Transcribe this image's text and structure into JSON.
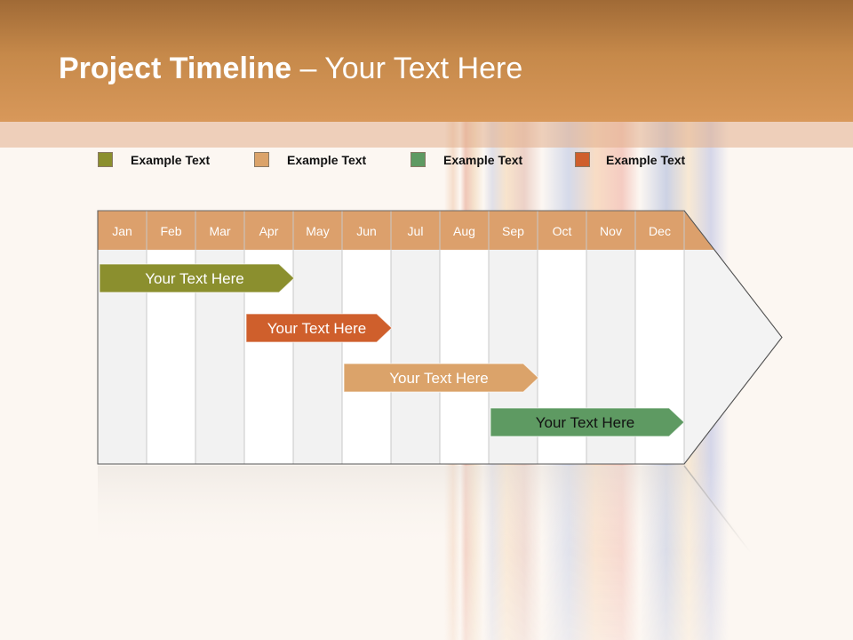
{
  "header": {
    "title_bold": "Project Timeline",
    "title_rest": " – Your Text Here"
  },
  "legend": [
    {
      "label": "Example Text",
      "color": "#8b8f2e"
    },
    {
      "label": "Example Text",
      "color": "#dba36a"
    },
    {
      "label": "Example Text",
      "color": "#5e9a62"
    },
    {
      "label": "Example Text",
      "color": "#cf5f2c"
    }
  ],
  "timeline": {
    "months": [
      "Jan",
      "Feb",
      "Mar",
      "Apr",
      "May",
      "Jun",
      "Jul",
      "Aug",
      "Sep",
      "Oct",
      "Nov",
      "Dec"
    ],
    "header_color": "#dca06c",
    "tasks": [
      {
        "label": "Your  Text Here",
        "start": 1,
        "end": 4,
        "color": "#8b8f2e",
        "text_color": "#ffffff"
      },
      {
        "label": "Your  Text Here",
        "start": 4,
        "end": 6,
        "color": "#cf5f2c",
        "text_color": "#ffffff"
      },
      {
        "label": "Your  Text Here",
        "start": 6,
        "end": 9,
        "color": "#dba36a",
        "text_color": "#ffffff"
      },
      {
        "label": "Your  Text Here",
        "start": 9,
        "end": 12,
        "color": "#5e9a62",
        "text_color": "#111111"
      }
    ]
  }
}
